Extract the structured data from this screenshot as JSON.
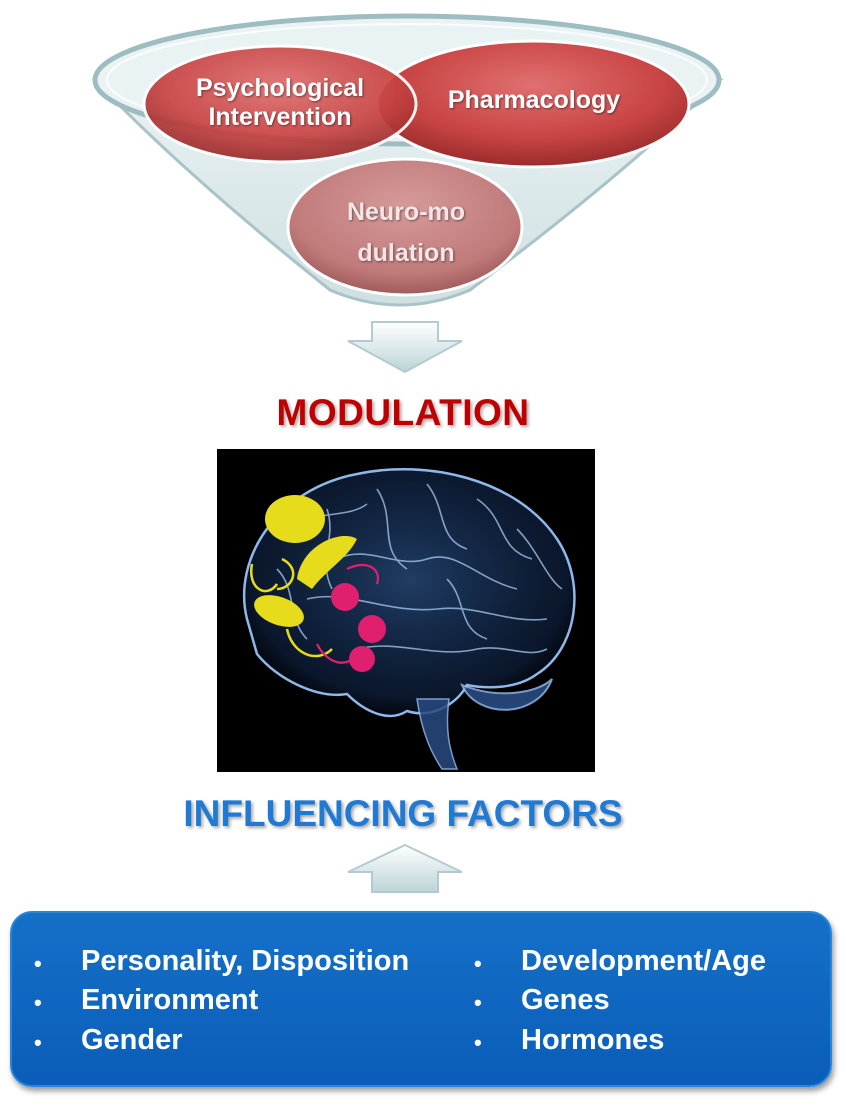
{
  "funnel": {
    "ovals": [
      {
        "label": "Psychological Intervention"
      },
      {
        "label": "Pharmacology"
      },
      {
        "label": "Neuro-modulation"
      }
    ]
  },
  "modulation_title": "MODULATION",
  "influence_title": "INFLUENCING FACTORS",
  "factors": {
    "left": [
      "Personality, Disposition",
      "Environment",
      "Gender"
    ],
    "right": [
      "Development/Age",
      "Genes",
      "Hormones"
    ],
    "bullet": "•"
  },
  "colors": {
    "oval_red": "#c94444",
    "oval_pink": "#c07a7a",
    "modulation_red": "#c00000",
    "influence_blue": "#1e7ad4",
    "box_blue": "#0a64c0",
    "highlight_yellow": "#e6dc1c",
    "highlight_pink": "#e0206e"
  }
}
